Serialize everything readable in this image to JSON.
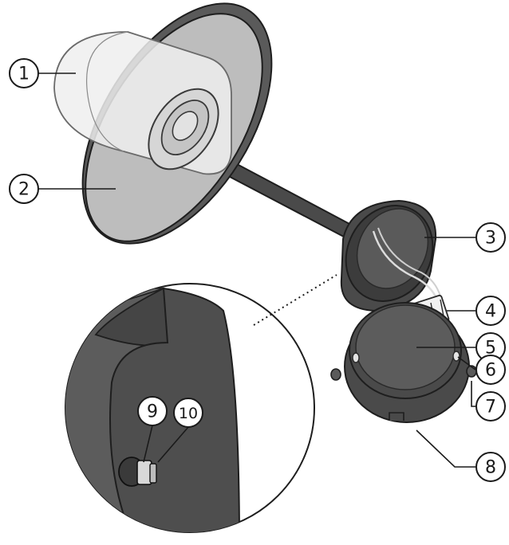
{
  "callouts": [
    {
      "id": "1",
      "label": "1"
    },
    {
      "id": "2",
      "label": "2"
    },
    {
      "id": "3",
      "label": "3"
    },
    {
      "id": "4",
      "label": "4"
    },
    {
      "id": "5",
      "label": "5"
    },
    {
      "id": "6",
      "label": "6"
    },
    {
      "id": "7",
      "label": "7"
    },
    {
      "id": "8",
      "label": "8"
    },
    {
      "id": "9",
      "label": "9"
    },
    {
      "id": "10",
      "label": "10"
    }
  ],
  "colors": {
    "metal": "#5a5a5a",
    "shade": "#bdbdbd",
    "glass": "#e8e8e8",
    "outline": "#1e1e1e"
  }
}
